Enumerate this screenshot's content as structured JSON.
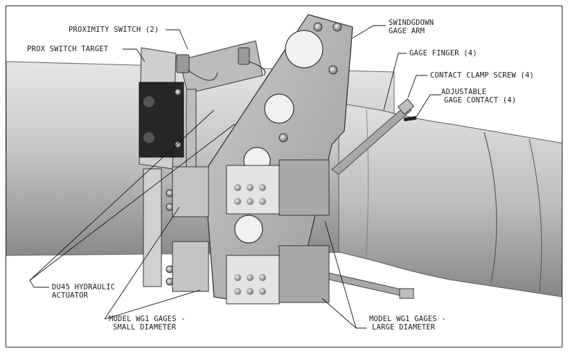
{
  "callouts": {
    "proximity_switch": "PROXIMITY SWITCH (2)",
    "prox_switch_target": "PROX SWITCH TARGET",
    "swingdown_gage_arm_line1": "SWINDGDOWN",
    "swingdown_gage_arm_line2": "GAGE ARM",
    "gage_finger": "GAGE FINGER (4)",
    "contact_clamp_screw": "CONTACT CLAMP SCREW (4)",
    "adjustable_gage_contact_line1": "ADJUSTABLE",
    "adjustable_gage_contact_line2": "GAGE CONTACT (4)",
    "hydraulic_actuator_line1": "DU45 HYDRAULIC",
    "hydraulic_actuator_line2": "ACTUATOR",
    "gages_small_line1": "MODEL WG1 GAGES -",
    "gages_small_line2": "SMALL DIAMETER",
    "gages_large_line1": "MODEL WG1 GAGES -",
    "gages_large_line2": "LARGE DIAMETER"
  },
  "colors": {
    "pipe_light": "#d2d2d2",
    "pipe_dark": "#8f8f8f",
    "metal": "#b5b5b5",
    "dark_block": "#2a2a2a",
    "leader": "#111111"
  }
}
